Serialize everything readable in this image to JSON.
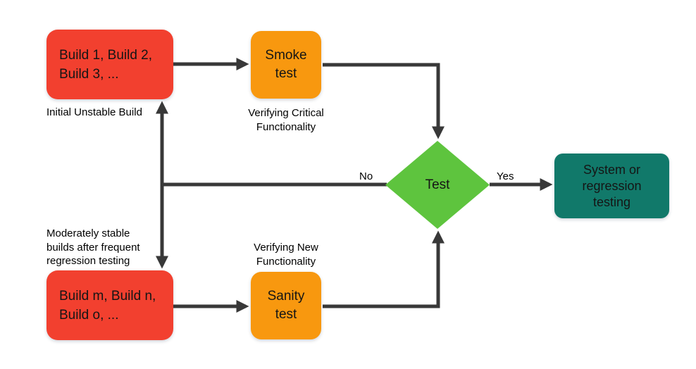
{
  "colors": {
    "build_box": "#f2402f",
    "test_box": "#f8980f",
    "decision": "#5ec43e",
    "terminal": "#11796a",
    "connector": "#383838",
    "text": "#151515"
  },
  "nodes": {
    "builds_initial": {
      "label": "Build 1, Build 2,\nBuild 3, ..."
    },
    "smoke_test": {
      "label": "Smoke\ntest"
    },
    "decision": {
      "label": "Test"
    },
    "system_testing": {
      "label": "System or\nregression\ntesting"
    },
    "builds_stable": {
      "label": "Build m, Build n,\nBuild o, ..."
    },
    "sanity_test": {
      "label": "Sanity\ntest"
    }
  },
  "captions": {
    "initial_unstable": "Initial Unstable Build",
    "verifying_critical": "Verifying Critical\nFunctionality",
    "moderately_stable": "Moderately stable\nbuilds after frequent\nregression testing",
    "verifying_new": "Verifying New\nFunctionality"
  },
  "edge_labels": {
    "no": "No",
    "yes": "Yes"
  }
}
